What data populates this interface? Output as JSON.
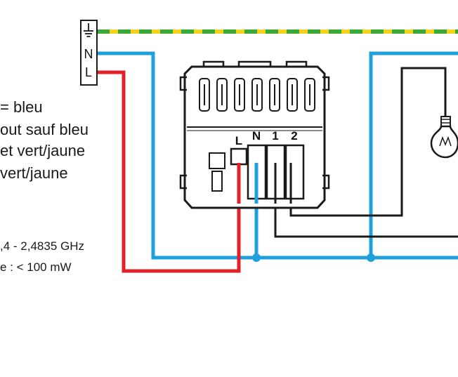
{
  "supply_block": {
    "earth_symbol": "earth-ground-icon",
    "neutral_label": "N",
    "live_label": "L"
  },
  "legend_text": [
    "= bleu",
    "out sauf bleu",
    "et vert/jaune",
    "vert/jaune"
  ],
  "specs": [
    ",4 - 2,4835 GHz",
    "e : < 100 mW"
  ],
  "module_terminals": {
    "live": "L",
    "neutral": "N",
    "out1": "1",
    "out2": "2"
  },
  "load_icon": "light-bulb-icon",
  "wire_colors": {
    "earth_yellow": "#f2d21c",
    "earth_green": "#3aa935",
    "neutral_blue": "#1ea0dc",
    "live_red": "#e3202a",
    "switched_black": "#1a1a1a"
  }
}
